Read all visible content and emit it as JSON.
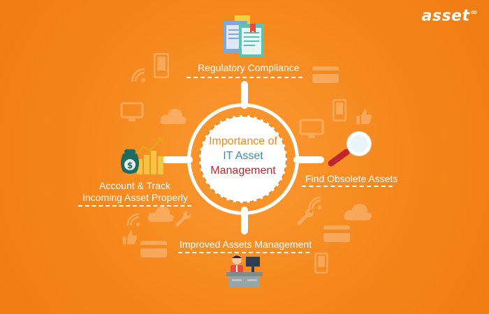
{
  "brand": {
    "logo_text": "asset",
    "logo_mark": "∞"
  },
  "center": {
    "line1": "Importance of",
    "line2": "IT Asset",
    "line3": "Management"
  },
  "nodes": {
    "top": {
      "label": "Regulatory Compliance",
      "icon": "documents-icon"
    },
    "right": {
      "label": "Find Obsolete Assets",
      "icon": "magnifying-glass-icon"
    },
    "bottom": {
      "label": "Improved Assets Management",
      "icon": "desk-worker-icon"
    },
    "left": {
      "line1": "Account & Track",
      "line2": "Incoming Asset Properly",
      "icon": "money-growth-icon"
    }
  },
  "colors": {
    "background": "#f5861b",
    "ring": "#ffffff",
    "accent_blue": "#3a8bbd",
    "accent_red": "#c0272d"
  }
}
